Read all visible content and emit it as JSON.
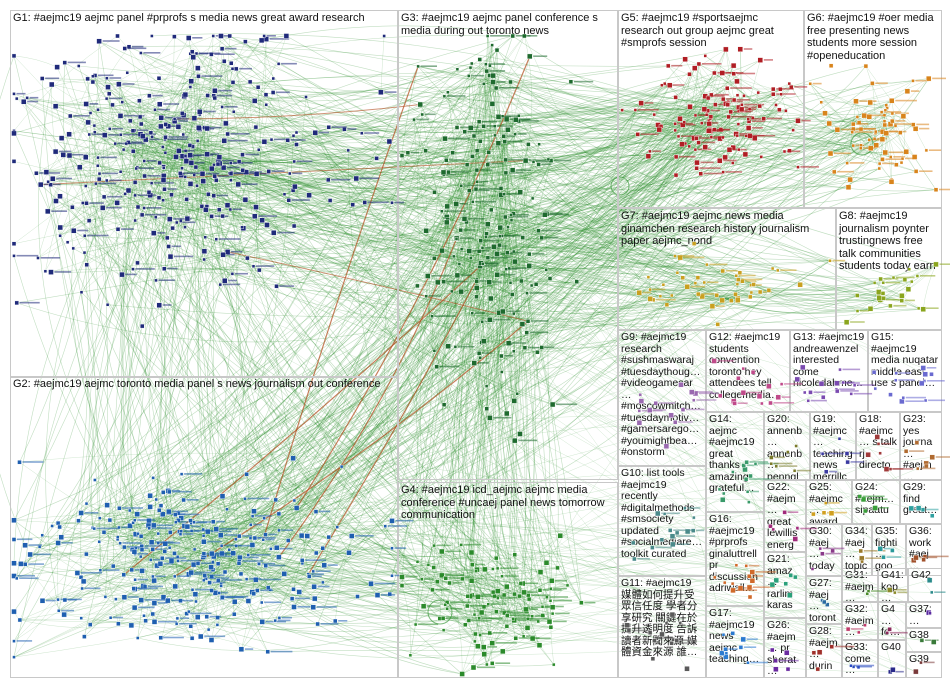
{
  "graph": {
    "groups": [
      {
        "id": "G1",
        "label": "G1: #aejmc19 aejmc panel #prprofs s media news great award research",
        "color": "#1f2a7a"
      },
      {
        "id": "G2",
        "label": "G2: #aejmc19 aejmc toronto media panel s news journalism out conference",
        "color": "#1f5fb0"
      },
      {
        "id": "G3",
        "label": "G3: #aejmc19 aejmc panel conference s media during out toronto news",
        "color": "#1e6a2e"
      },
      {
        "id": "G4",
        "label": "G4: #aejmc19 icd_aejmc aejmc media conference #uncaej panel news tomorrow communication",
        "color": "#2b8a2b"
      },
      {
        "id": "G5",
        "label": "G5: #aejmc19 #sportsaejmc research out group aejmc great #smprofs session",
        "color": "#b01e24"
      },
      {
        "id": "G6",
        "label": "G6: #aejmc19 #oer media free presenting news students more session #openeducation",
        "color": "#d8841c"
      },
      {
        "id": "G7",
        "label": "G7: #aejmc19 aejmc news media ginamchen research history journalism paper aejmc_nond",
        "color": "#c9a020"
      },
      {
        "id": "G8",
        "label": "G8: #aejmc19 journalism poynter trustingnews free talk communities students today earn",
        "color": "#8aa51e"
      },
      {
        "id": "G9",
        "label": "G9: #aejmc19 research #sushmaswaraj #tuesdaythoug… #videogamesar… #moscowmitch… #tuesdaymotiv… #gamersarego… #youmightbea… #onstorm",
        "color": "#9a6ab0"
      },
      {
        "id": "G10",
        "label": "G10: list tools #aejmc19 recently #digitalmethods #smsociety updated #socialmediare… toolkit curated",
        "color": "#4a8a8a"
      },
      {
        "id": "G11",
        "label": "G11: #aejmc19 媒體如何提升受眾信任度 學者分享研究 關鍵在於提升透明度 告訴讀者新聞來源 媒體資金來源 誰…",
        "color": "#5a5a5a"
      },
      {
        "id": "G12",
        "label": "G12: #aejmc19 students convention toronto hey attendees tell collegemedia…",
        "color": "#c04a8a"
      },
      {
        "id": "G13",
        "label": "G13: #aejmc19 andreawenzel interested come nicoledahme…",
        "color": "#7a4ab0"
      },
      {
        "id": "G14",
        "label": "G14: aejmc #aejmc19 great thanks amazing grateful…",
        "color": "#3a9a6a"
      },
      {
        "id": "G15",
        "label": "G15: #aejmc19 media nuqatar middle east use s panel…",
        "color": "#6a6ad0"
      },
      {
        "id": "G16",
        "label": "G16: #aejmc19 #prprofs ginaluttrell pr discussion adriwall…",
        "color": "#d06a2a"
      },
      {
        "id": "G17",
        "label": "G17: #aejmc19 news aejmc teaching…",
        "color": "#2a7ad0"
      },
      {
        "id": "G18",
        "label": "G18: #aejmc… s talk rj directo…",
        "color": "#a03a3a"
      },
      {
        "id": "G19",
        "label": "G19: #aejmc… teaching news merrillc…",
        "color": "#3a3aa0"
      },
      {
        "id": "G20",
        "label": "G20: annenb… annenb… penngl… penn…",
        "color": "#7a7a2a"
      },
      {
        "id": "G21",
        "label": "G21: amaz… rarlim karas…",
        "color": "#2aa07a"
      },
      {
        "id": "G22",
        "label": "G22: #aejm… great lewillis energ…",
        "color": "#a02a7a"
      },
      {
        "id": "G23",
        "label": "G23: yes journa… #aejm… beyon…",
        "color": "#b06a30"
      },
      {
        "id": "G24",
        "label": "G24: #aejm… sipaatu…",
        "color": "#3aa03a"
      },
      {
        "id": "G25",
        "label": "G25: #aejmc… award…",
        "color": "#d0a020"
      },
      {
        "id": "G26",
        "label": "G26: #aejm… pr sherat…",
        "color": "#6a2aa0"
      },
      {
        "id": "G27",
        "label": "G27: #aej… toront…",
        "color": "#2a6aa0"
      },
      {
        "id": "G28",
        "label": "G28: #aejm… durin…",
        "color": "#a0302a"
      },
      {
        "id": "G29",
        "label": "G29: find great…",
        "color": "#30a0a0"
      },
      {
        "id": "G30",
        "label": "G30: #aej… today…",
        "color": "#8a3a8a"
      },
      {
        "id": "G31",
        "label": "G31: #aejm…",
        "color": "#4a8a2a"
      },
      {
        "id": "G32",
        "label": "G32: #aejm…",
        "color": "#c03a6a"
      },
      {
        "id": "G33",
        "label": "G33: come…",
        "color": "#2a4ac0"
      },
      {
        "id": "G34",
        "label": "G34: #aej… topic…",
        "color": "#9a7a2a"
      },
      {
        "id": "G35",
        "label": "G35: fighti… goo…",
        "color": "#2a9a9a"
      },
      {
        "id": "G36",
        "label": "G36: work #aej…",
        "color": "#a0502a"
      },
      {
        "id": "G37",
        "label": "G37:…",
        "color": "#5a2aa0"
      },
      {
        "id": "G38",
        "label": "G38",
        "color": "#3a7a3a"
      },
      {
        "id": "G39",
        "label": "G39",
        "color": "#7a3a3a"
      },
      {
        "id": "G40",
        "label": "G40",
        "color": "#2a2a8a"
      },
      {
        "id": "G41",
        "label": "G41: kop…",
        "color": "#8a8a2a"
      },
      {
        "id": "G42",
        "label": "G42",
        "color": "#2a8a8a"
      },
      {
        "id": "G4x",
        "label": "G4… fe…",
        "color": "#8a2a5a"
      }
    ],
    "edge_color": "#1f8a1f",
    "highlight_edge_color": "#b04a1a"
  }
}
